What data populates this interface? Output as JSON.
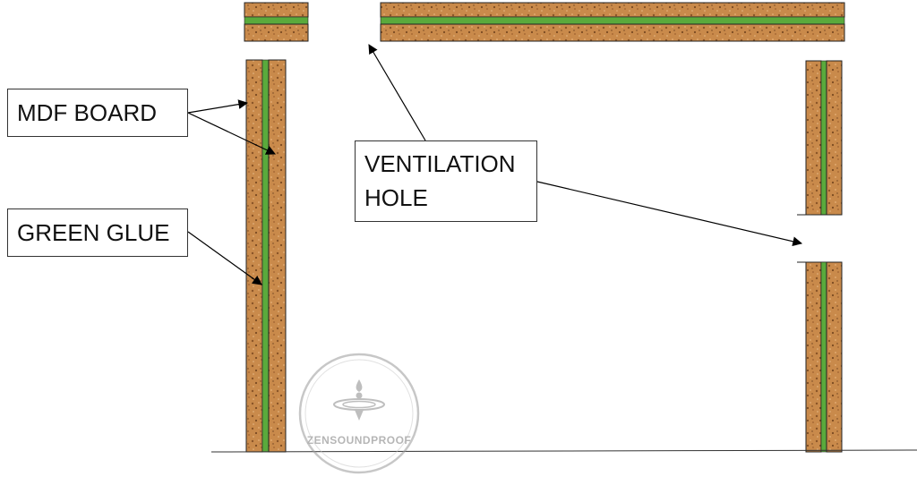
{
  "labels": {
    "mdf_board": "MDF BOARD",
    "green_glue": "GREEN GLUE",
    "ventilation_hole_line1": "VENTILATION",
    "ventilation_hole_line2": "HOLE"
  },
  "watermark": {
    "text": "ZENSOUNDPROOF"
  },
  "colors": {
    "mdf": "#c98a4b",
    "mdf_dark": "#8a5528",
    "glue": "#5aaa3c",
    "outline": "#222222",
    "background": "#ffffff"
  }
}
